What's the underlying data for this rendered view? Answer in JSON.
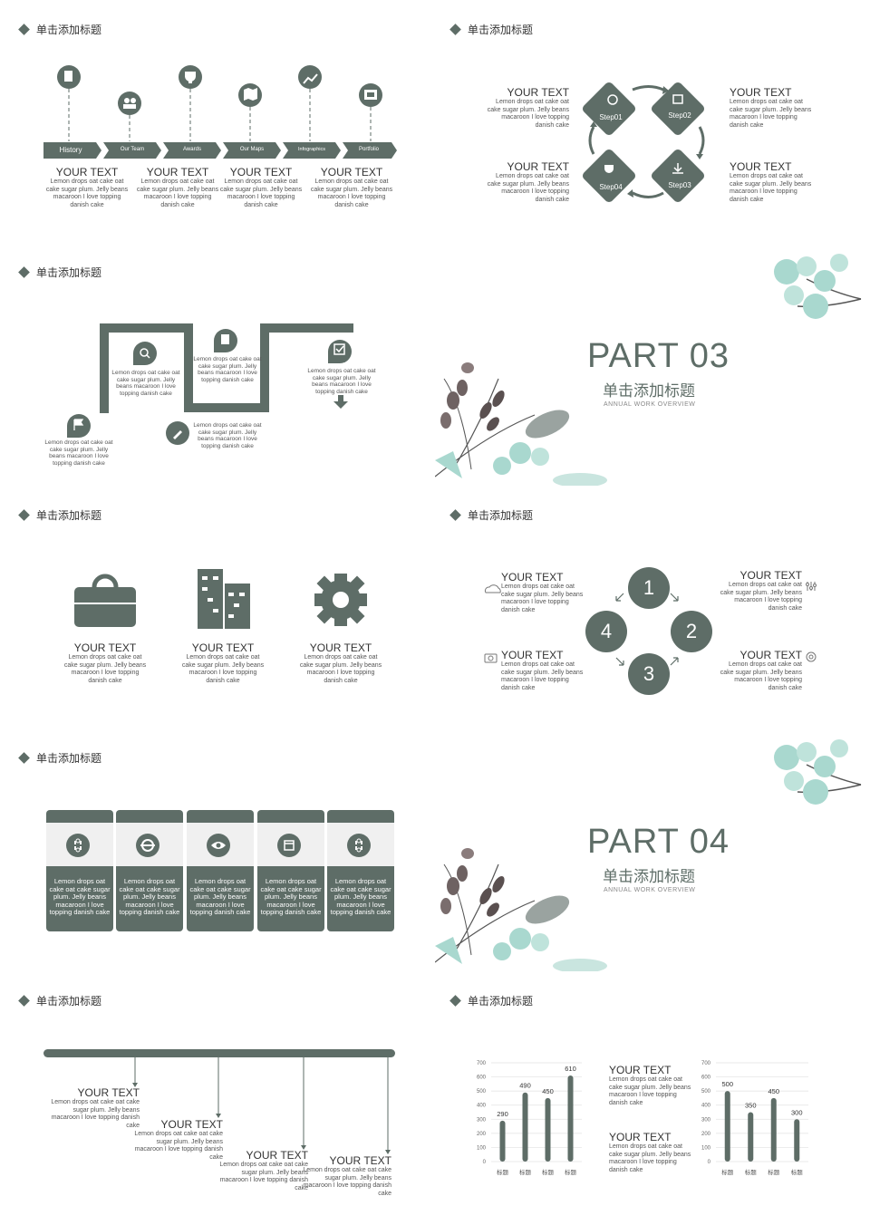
{
  "slide_title": "单击添加标题",
  "lorem": "Lemon drops oat cake oat cake sugar plum. Jelly beans macaroon I love topping danish cake",
  "your_text": "YOUR TEXT",
  "slide1": {
    "labels": [
      "History",
      "Our Team",
      "Awards",
      "Our Maps",
      "Infographics",
      "Portfolio"
    ]
  },
  "slide2": {
    "steps": [
      "Step01",
      "Step02",
      "Step03",
      "Step04"
    ]
  },
  "part03": {
    "part": "PART 03",
    "title": "单击添加标题",
    "sub": "ANNUAL WORK OVERVIEW"
  },
  "part04": {
    "part": "PART 04",
    "title": "单击添加标题",
    "sub": "ANNUAL WORK OVERVIEW"
  },
  "slide6": {
    "numbers": [
      "1",
      "2",
      "3",
      "4"
    ]
  },
  "slide7": {
    "card_text": "Lemon drops oat cake oat cake sugar plum. Jelly beans macaroon I love topping danish cake"
  },
  "colors": {
    "accent": "#5e6d67",
    "band": "#f0f0f0",
    "leaf_green": "#a9d8cf"
  },
  "chart_data": [
    {
      "type": "bar",
      "categories": [
        "标题",
        "标题",
        "标题",
        "标题"
      ],
      "values": [
        290,
        490,
        450,
        610
      ],
      "ylim": [
        0,
        700
      ],
      "yticks": [
        0,
        100,
        200,
        300,
        400,
        500,
        600,
        700
      ],
      "grid": true
    },
    {
      "type": "bar",
      "categories": [
        "标题",
        "标题",
        "标题",
        "标题"
      ],
      "values": [
        500,
        350,
        450,
        300
      ],
      "ylim": [
        0,
        700
      ],
      "yticks": [
        0,
        100,
        200,
        300,
        400,
        500,
        600,
        700
      ],
      "grid": true
    }
  ]
}
